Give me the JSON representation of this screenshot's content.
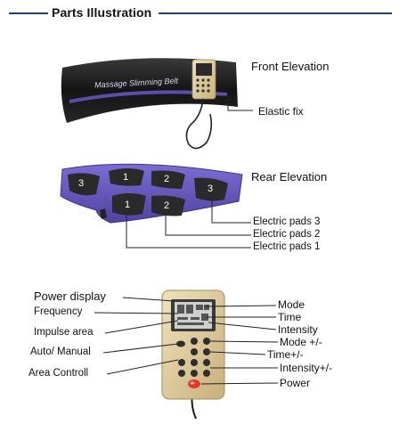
{
  "header": {
    "title": "Parts Illustration"
  },
  "front": {
    "heading": "Front Elevation",
    "belt_text": "Massage Slimming Belt",
    "elastic_label": "Elastic fix"
  },
  "rear": {
    "heading": "Rear Elevation",
    "pad_numbers": {
      "left3": "3",
      "top1": "1",
      "top2": "2",
      "right3": "3",
      "bottom1": "1",
      "bottom2": "2"
    },
    "pad_labels": {
      "pad3": "Electric pads 3",
      "pad2": "Electric pads 2",
      "pad1": "Electric pads 1"
    }
  },
  "controller": {
    "left_labels": {
      "power_display": "Power display",
      "frequency": "Frequency",
      "impulse_area": "Impulse area",
      "auto_manual": "Auto/ Manual",
      "area_control": "Area  Controll"
    },
    "right_labels": {
      "mode": "Mode",
      "time": "Time",
      "intensity": "Intensity",
      "mode_pm": "Mode +/-",
      "time_pm": "Time+/-",
      "intensity_pm": "Intensity+/-",
      "power": "Power"
    }
  },
  "colors": {
    "header_rule": "#1e3d6e",
    "belt_black": "#1a1a1a",
    "belt_purple": "#5a4fa8",
    "pad_purple": "#6a5cc2",
    "controller_gold": "#d9c79a",
    "power_button": "#e23a2a"
  }
}
